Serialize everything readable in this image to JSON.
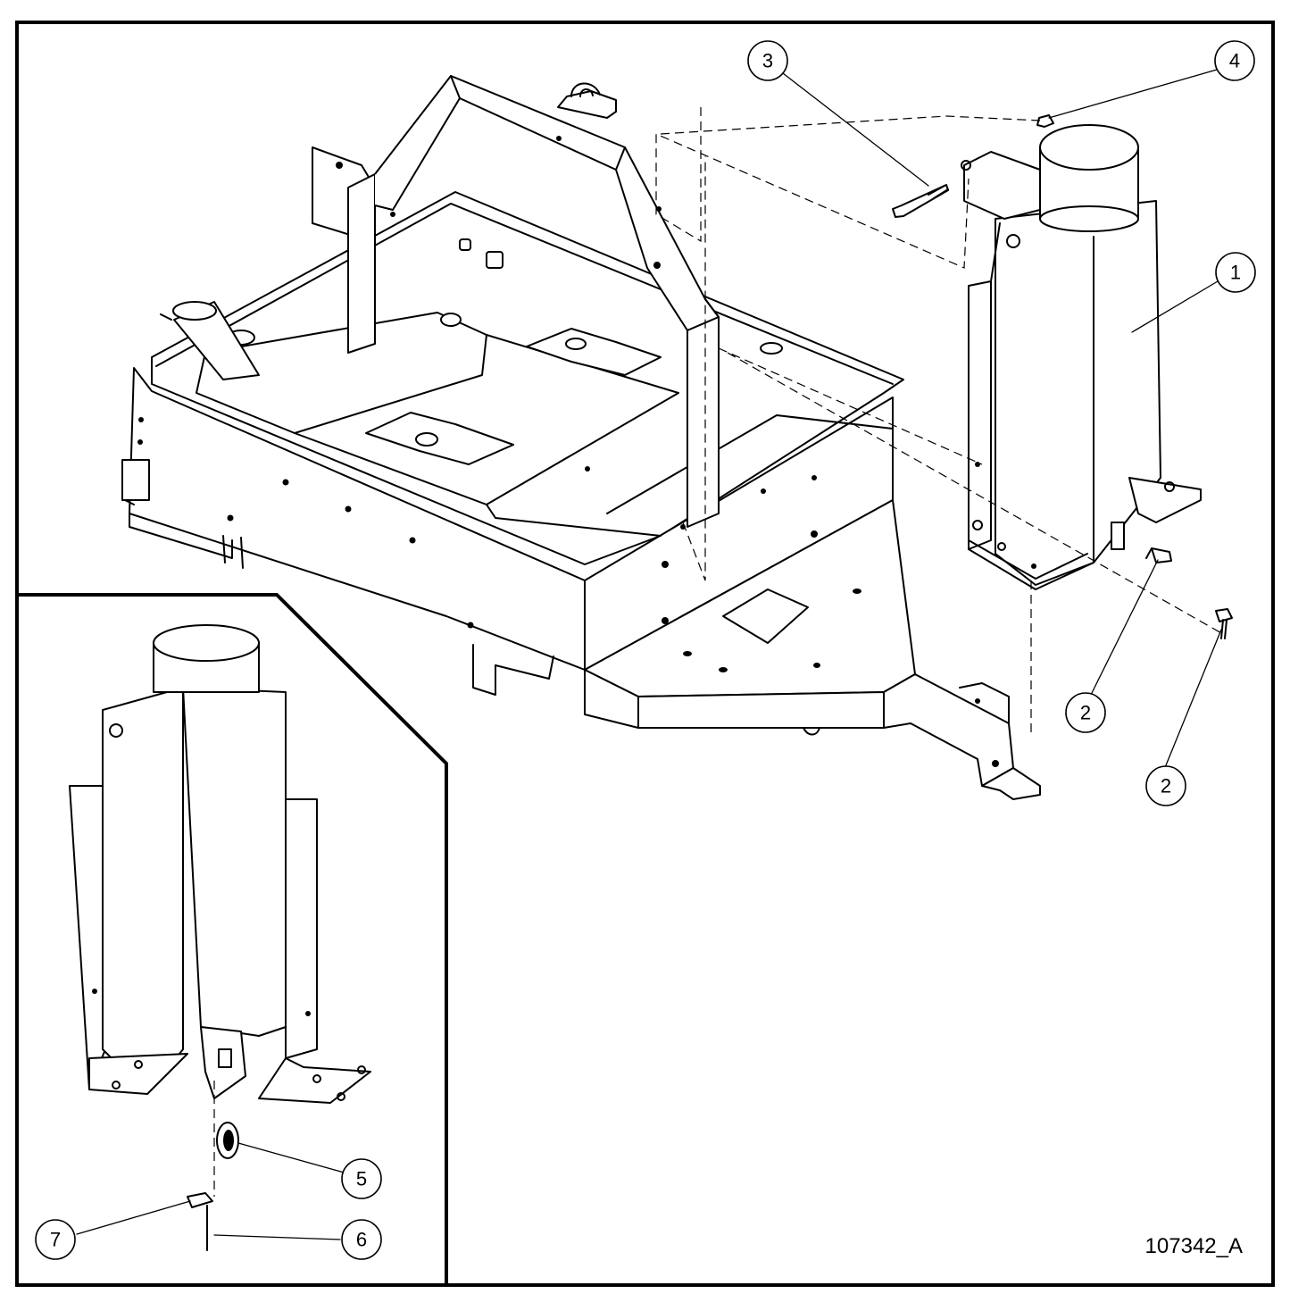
{
  "callouts": [
    {
      "id": "1",
      "label": "1"
    },
    {
      "id": "2a",
      "label": "2"
    },
    {
      "id": "2b",
      "label": "2"
    },
    {
      "id": "3",
      "label": "3"
    },
    {
      "id": "4",
      "label": "4"
    },
    {
      "id": "5",
      "label": "5"
    },
    {
      "id": "6",
      "label": "6"
    },
    {
      "id": "7",
      "label": "7"
    }
  ],
  "drawing_number": "107342_A"
}
